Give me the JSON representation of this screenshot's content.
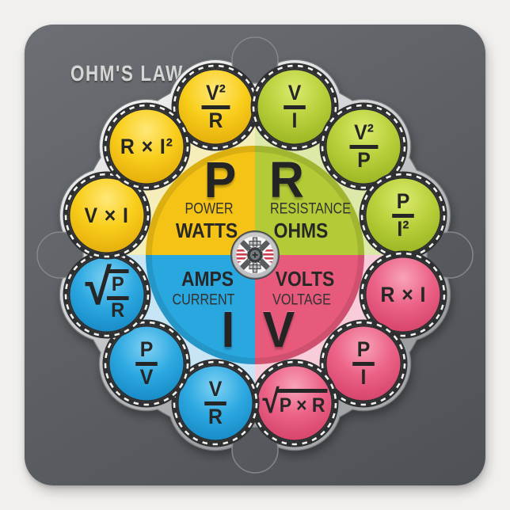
{
  "title": "OHM'S LAW",
  "symbols": {
    "sqrt": "√"
  },
  "quadrants": {
    "power": {
      "symbol": "P",
      "name": "POWER",
      "unit": "WATTS"
    },
    "resistance": {
      "symbol": "R",
      "name": "RESISTANCE",
      "unit": "OHMS"
    },
    "current": {
      "symbol": "I",
      "name": "CURRENT",
      "unit": "AMPS"
    },
    "voltage": {
      "symbol": "V",
      "name": "VOLTAGE",
      "unit": "VOLTS"
    }
  },
  "formulas": [
    {
      "group": "power",
      "type": "fraction",
      "num": "V²",
      "den": "R"
    },
    {
      "group": "resistance",
      "type": "fraction",
      "num": "V",
      "den": "I"
    },
    {
      "group": "resistance",
      "type": "fraction",
      "num": "V²",
      "den": "P"
    },
    {
      "group": "resistance",
      "type": "fraction",
      "num": "P",
      "den": "I²"
    },
    {
      "group": "voltage",
      "type": "product",
      "text": "R × I"
    },
    {
      "group": "voltage",
      "type": "fraction",
      "num": "P",
      "den": "I"
    },
    {
      "group": "voltage",
      "type": "sqrt-product",
      "radicand": "P × R"
    },
    {
      "group": "current",
      "type": "fraction",
      "num": "V",
      "den": "R"
    },
    {
      "group": "current",
      "type": "fraction",
      "num": "P",
      "den": "V"
    },
    {
      "group": "current",
      "type": "sqrt-fraction",
      "num": "P",
      "den": "R"
    },
    {
      "group": "power",
      "type": "product",
      "text": "V × I"
    },
    {
      "group": "power",
      "type": "product",
      "text": "R × I²"
    }
  ],
  "colors": {
    "card_background_top": "#6c7074",
    "card_background_bottom": "#4e5256",
    "page_margin": "#f1f0ee",
    "title_text": "#d6d6d4",
    "metal_light": "#f8f8f8",
    "metal_dark": "#9a9da0",
    "quadrant_yellow": "#f4c315",
    "quadrant_green": "#b4ca36",
    "quadrant_blue": "#29a7df",
    "quadrant_pink": "#e75a7c",
    "pastel_yellow": "#f5eebb",
    "pastel_green": "#dde9a9",
    "pastel_blue": "#c8e5f6",
    "pastel_pink": "#f8ccd9",
    "formula_text": "#262626",
    "hub_stripe_red": "#cc3e4e"
  }
}
